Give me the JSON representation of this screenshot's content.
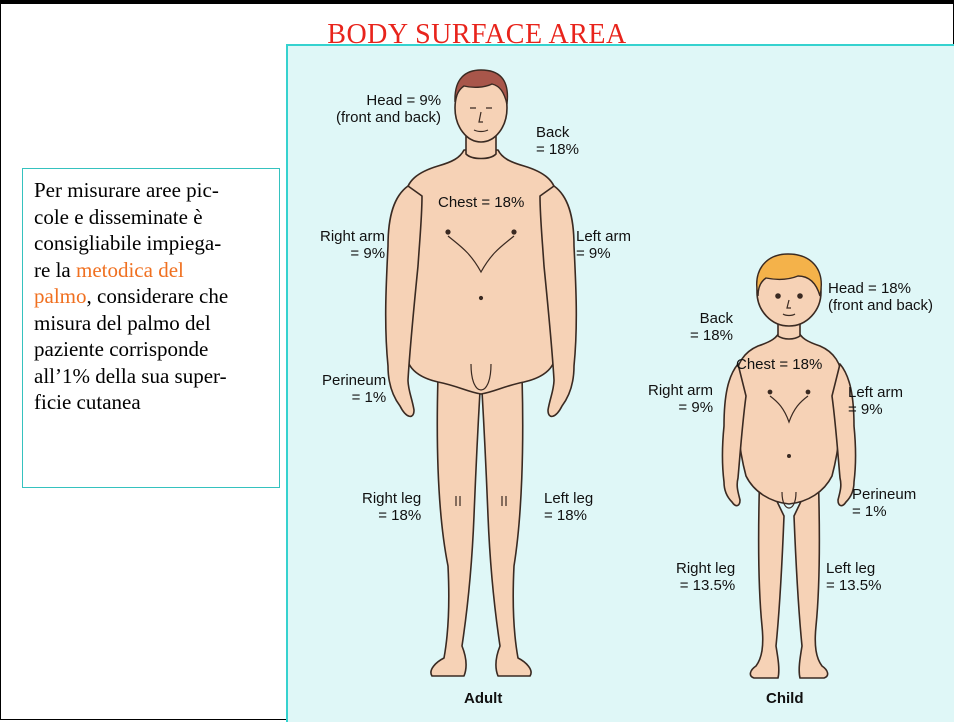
{
  "slide": {
    "title": "BODY SURFACE AREA",
    "note": {
      "lines_before": [
        "Per misurare aree pic-",
        "cole e disseminate è",
        "consigliabile impiega-",
        "re la "
      ],
      "highlight_1": "metodica del",
      "highlight_2": "palmo",
      "after_highlight": ", considerare che",
      "lines_after": [
        "misura del palmo del",
        "paziente corrisponde",
        "all’1% della sua super-",
        "ficie cutanea"
      ]
    }
  },
  "figure": {
    "adult": {
      "caption": "Adult",
      "head": [
        "Head = 9%",
        "(front and back)"
      ],
      "back": [
        "Back",
        "= 18%"
      ],
      "chest": "Chest = 18%",
      "right_arm": [
        "Right arm",
        "= 9%"
      ],
      "left_arm": [
        "Left arm",
        "= 9%"
      ],
      "perineum": [
        "Perineum",
        "= 1%"
      ],
      "right_leg": [
        "Right leg",
        "= 18%"
      ],
      "left_leg": [
        "Left leg",
        "= 18%"
      ]
    },
    "child": {
      "caption": "Child",
      "head": [
        "Head = 18%",
        "(front and back)"
      ],
      "back": [
        "Back",
        "= 18%"
      ],
      "chest": "Chest = 18%",
      "right_arm": [
        "Right arm",
        "= 9%"
      ],
      "left_arm": [
        "Left arm",
        "= 9%"
      ],
      "perineum": [
        "Perineum",
        "= 1%"
      ],
      "right_leg": [
        "Right leg",
        "= 13.5%"
      ],
      "left_leg": [
        "Left leg",
        "= 13.5%"
      ]
    }
  },
  "colors": {
    "title": "#e8241c",
    "highlight": "#f07020",
    "figure_bg": "#dff7f7",
    "skin": "#f6d2b6",
    "adult_hair": "#a8564a",
    "child_hair": "#f4b24a"
  }
}
